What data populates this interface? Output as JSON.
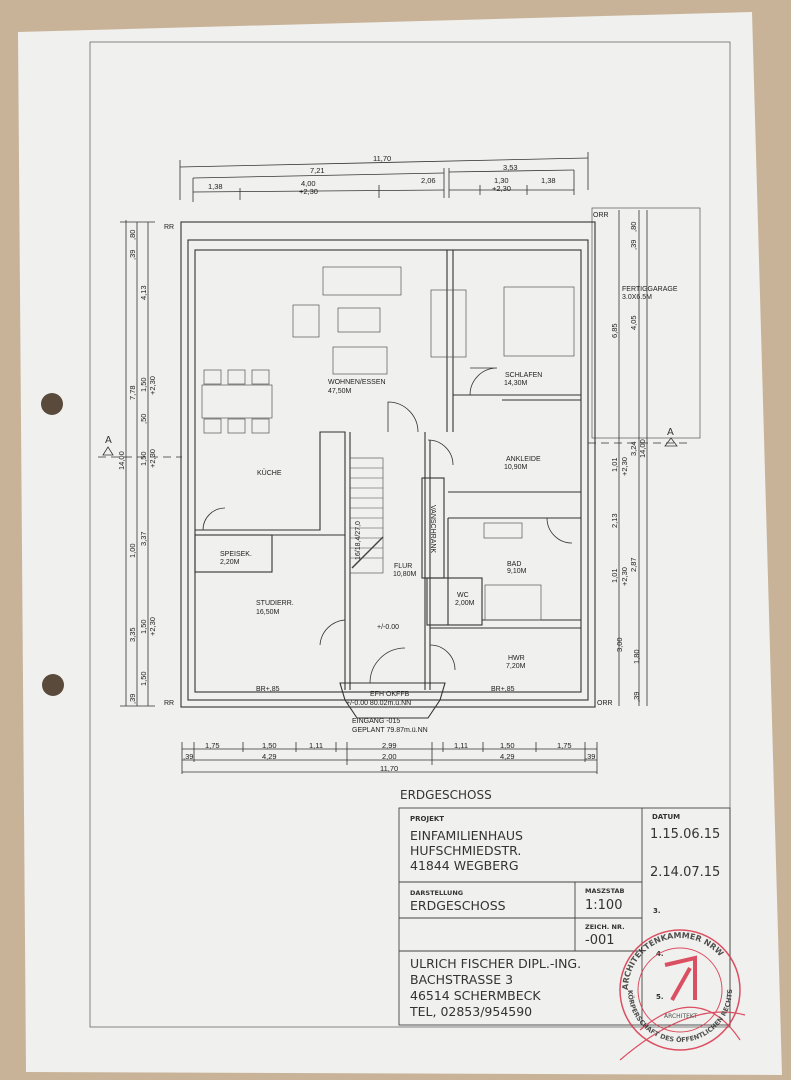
{
  "sheet_heading": "ERDGESCHOSS",
  "colors": {
    "paper": "#f0f0ee",
    "background": "#c8b398",
    "ink": "#333333",
    "stamp": "#d8344a"
  },
  "rooms": [
    {
      "name": "WOHNEN/ESSEN",
      "area": "47,50M"
    },
    {
      "name": "KÜCHE",
      "area": ""
    },
    {
      "name": "SCHLAFEN",
      "area": "14,30M"
    },
    {
      "name": "ANKLEIDE",
      "area": "10,90M"
    },
    {
      "name": "SPEISEK.",
      "area": "2,20M"
    },
    {
      "name": "STUDIERR.",
      "area": "16,50M"
    },
    {
      "name": "FLUR",
      "area": "10,80M"
    },
    {
      "name": "BAD",
      "area": "9,10M"
    },
    {
      "name": "WC",
      "area": "2,00M"
    },
    {
      "name": "HWR",
      "area": "7,20M"
    }
  ],
  "plan_labels": {
    "vanschrank": "VANSCHRANK",
    "stair": "16/18,4/27,0",
    "floor_level": "+/-0.00",
    "br_left": "BR+,85",
    "br_right": "BR+,85",
    "efh": "EFH OKFFB",
    "efh_level": "+/-0.00 80.02m.ü.NN",
    "entrance": "EINGANG -015",
    "entrance_planned": "GEPLANT 79.87m.ü.NN",
    "garage": "FERTIGGARAGE",
    "garage_size": "3.0X6.5M",
    "section_marker": "A",
    "rr": "RR",
    "orr": "ORR"
  },
  "dimensions": {
    "top": [
      "11,70",
      "7,21",
      "3,53",
      "1,38",
      "4,00",
      "+2,30",
      "2,06",
      "1,30",
      "+2,30",
      "1,38"
    ],
    "bottom_row1": [
      "1,75",
      "1,50",
      "1,11",
      "2,99",
      "1,11",
      "1,50",
      "1,75"
    ],
    "bottom_row2": [
      ",39",
      "4,29",
      "2,00",
      "4,29",
      ",39"
    ],
    "bottom_total": "11,70",
    "left": [
      "14,00",
      "7,78",
      "3,35",
      ",80",
      ",39",
      "4,13",
      "1,50",
      "+2,30",
      ",50",
      "1,50",
      "+2,30",
      "3,37",
      "1,00",
      "1,50",
      "+2,30",
      "1,50",
      ",39"
    ],
    "right": [
      "6,85",
      "4,05",
      ",80",
      ",39",
      "1,01",
      "+2,30",
      "3,24",
      "14,00",
      "2,13",
      "1,01",
      "+2,30",
      "2,87",
      "3,00",
      "1,80",
      ",39"
    ]
  },
  "title_block": {
    "projekt_label": "PROJEKT",
    "projekt_lines": [
      "EINFAMILIENHAUS",
      "HUFSCHMIEDSTR.",
      "41844 WEGBERG"
    ],
    "darstellung_label": "DARSTELLUNG",
    "darstellung": "ERDGESCHOSS",
    "maszstab_label": "MASZSTAB",
    "maszstab": "1:100",
    "zeich_label": "ZEICH. NR.",
    "zeich": "-001",
    "architect_lines": [
      "ULRICH FISCHER DIPL.-ING.",
      "BACHSTRASSE 3",
      "46514 SCHERMBECK",
      "TEL, 02853/954590"
    ],
    "datum_label": "DATUM",
    "dates": [
      "1.15.06.15",
      "2.14.07.15",
      "3.",
      "4.",
      "5."
    ]
  },
  "stamp": {
    "text_top": "ARCHITEKTENKAMMER NRW",
    "text_bottom": "KÖRPERSCHAFT DES ÖFFENTLICHEN RECHTS",
    "center": "ARCHITEKT"
  }
}
